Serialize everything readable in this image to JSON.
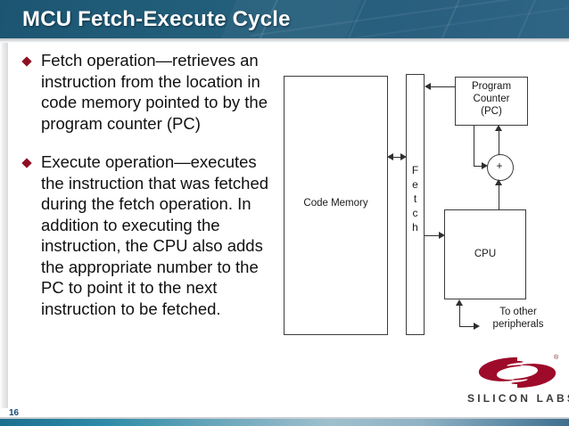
{
  "slide": {
    "title": "MCU Fetch-Execute Cycle",
    "page_number": "16",
    "accent_color": "#1b5572",
    "bullet_color": "#8f0f22",
    "page_number_color": "#1b4a77"
  },
  "bullets": [
    {
      "marker": "diamond-bullet",
      "text": "Fetch operation—retrieves an instruction from the location in code memory pointed to by the program counter (PC)"
    },
    {
      "marker": "diamond-bullet",
      "text": "Execute operation—executes the instruction that was fetched during the fetch operation.  In addition to executing the instruction, the CPU also adds the appropriate number to the PC to point it to the next instruction to be fetched."
    }
  ],
  "diagram": {
    "code_memory": {
      "label": "Code Memory"
    },
    "fetch_bus": {
      "label": "Fetch",
      "letters": [
        "F",
        "e",
        "t",
        "c",
        "h"
      ]
    },
    "program_counter": {
      "line1": "Program",
      "line2": "Counter",
      "line3": "(PC)"
    },
    "adder": {
      "label": "+"
    },
    "cpu": {
      "label": "CPU"
    },
    "peripherals": {
      "line1": "To other",
      "line2": "peripherals"
    }
  },
  "logo": {
    "wordmark": "SILICON LABS",
    "trademark": "®",
    "mark_color": "#9e0b2a",
    "text_color": "#3a3a3a"
  }
}
